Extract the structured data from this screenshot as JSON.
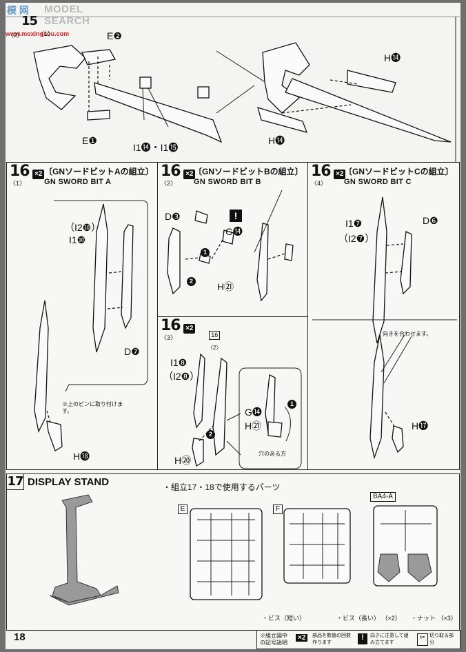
{
  "watermark": "MODEL SEARCH",
  "watermark_prefix": "模 网",
  "site_url": "www.moxingsou.com",
  "page_number": "18",
  "top_step": {
    "number": "15",
    "sub_left": "〈2〉",
    "sub_right": "〈1〉",
    "left_labels": {
      "e2": "E❷",
      "e1": "E❶",
      "i14": "I1⓮・I1⓯"
    },
    "right_labels": {
      "h14_top": "H⓮",
      "h14_bottom": "H⓮"
    }
  },
  "step16a": {
    "number": "16",
    "multiplier": "×2",
    "sub": "〈1〉",
    "title_jp": "〔GNソードビットAの組立〕",
    "title_en": "GN SWORD BIT A",
    "labels": {
      "i210": "（I2❿）",
      "i110": "I1❿",
      "d7": "D❼",
      "h18": "H⓲"
    },
    "note": "※上のピンに取り付けます。"
  },
  "step16b": {
    "number": "16",
    "multiplier": "×2",
    "sub": "〈2〉",
    "title_jp": "〔GNソードビットBの組立〕",
    "title_en": "GN SWORD BIT B",
    "labels": {
      "d3": "D❸",
      "g14": "G⓮",
      "h21": "H㉑"
    },
    "warn": "!",
    "steps": [
      "1",
      "2"
    ]
  },
  "step16c": {
    "number": "16",
    "multiplier": "×2",
    "sub": "〈4〉",
    "title_jp": "〔GNソードビットCの組立〕",
    "title_en": "GN SWORD BIT C",
    "labels": {
      "i17": "I1❼",
      "i27": "（I2❼）",
      "d6": "D❻",
      "h17": "H⓱"
    },
    "note": "向きを合わせます。"
  },
  "step16d": {
    "number": "16",
    "multiplier": "×2",
    "sub": "〈3〉",
    "ref": "16",
    "ref_sub": "〈2〉",
    "labels": {
      "i18": "I1❽",
      "i28": "（I2❽）",
      "h20": "H⑳",
      "g14": "G⓮",
      "h21": "H㉑"
    },
    "note": "穴のある方",
    "steps": [
      "1",
      "2"
    ]
  },
  "step17": {
    "number": "17",
    "title": "DISPLAY STAND",
    "parts_heading": "・組立17・18で使用するパーツ",
    "runners": [
      "E",
      "F",
      "BA4-A"
    ],
    "footer": [
      {
        "label": "・ビス（短い）",
        "count": ""
      },
      {
        "label": "・ビス（長い）",
        "count": "（×2）"
      },
      {
        "label": "・ナット",
        "count": "（×3）"
      }
    ]
  },
  "legend": [
    {
      "text": "※組立図中の記号説明"
    },
    {
      "symbol": "×2",
      "text": "部品を数値の回数作ります"
    },
    {
      "symbol": "!",
      "text": "向きに注意して組み立てます"
    },
    {
      "symbol": "✂",
      "text": "切り取る部分"
    }
  ]
}
